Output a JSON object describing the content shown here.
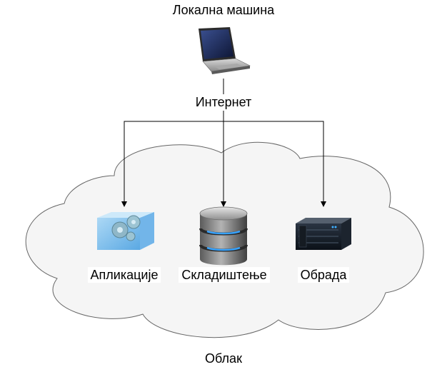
{
  "colors": {
    "cloud_fill": "#f5f5f5",
    "cloud_stroke": "#666666",
    "connector": "#000000"
  },
  "labels": {
    "local_machine": "Локална машина",
    "internet": "Интернет",
    "applications": "Апликације",
    "storage": "Складиштење",
    "compute": "Обрада",
    "cloud": "Облак"
  },
  "icons": {
    "local_machine": "laptop-icon",
    "applications": "gears-cube-icon",
    "storage": "database-icon",
    "compute": "server-icon"
  }
}
